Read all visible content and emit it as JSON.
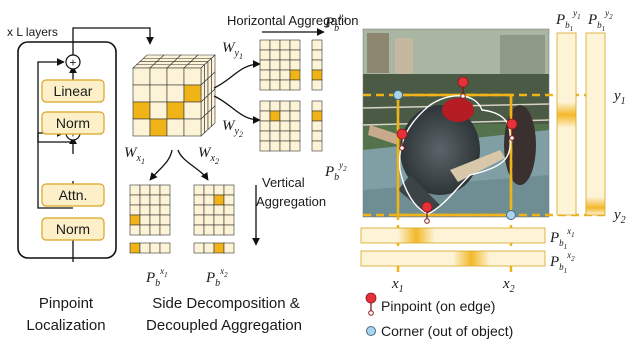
{
  "pinpoint_module": {
    "repeat_label": "x L layers",
    "blocks": [
      "Linear",
      "Norm",
      "Attn.",
      "Norm"
    ],
    "add_symbol": "+",
    "caption_line1": "Pinpoint",
    "caption_line2": "Localization"
  },
  "decomposition": {
    "horizontal_title": "Horizontal Aggregation",
    "vertical_title_line1": "Vertical",
    "vertical_title_line2": "Aggregation",
    "w_y1": "W",
    "w_y1_sub": "y",
    "w_y1_idx": "1",
    "w_y2": "W",
    "w_y2_sub": "y",
    "w_y2_idx": "2",
    "w_x1": "W",
    "w_x1_sub": "x",
    "w_x1_idx": "1",
    "w_x2": "W",
    "w_x2_sub": "x",
    "w_x2_idx": "2",
    "p_label": "P",
    "p_sub": "b",
    "caption_line1": "Side Decomposition &",
    "caption_line2": "Decoupled Aggregation"
  },
  "visualization": {
    "p_label": "P",
    "p_sub": "b",
    "p_sub_idx": "1",
    "y1": "y",
    "y1_idx": "1",
    "y2": "y",
    "y2_idx": "2",
    "x1": "x",
    "x1_idx": "1",
    "x2": "x",
    "x2_idx": "2",
    "legend": [
      {
        "label": "Pinpoint (on edge)",
        "icon": "pinpoint-icon"
      },
      {
        "label": "Corner (out of object)",
        "icon": "corner-icon"
      }
    ]
  },
  "colors": {
    "block_fill": "#fdf0c9",
    "block_border": "#d9a520",
    "highlight": "#f0b418",
    "pinpoint_red": "#e8303a",
    "corner_blue": "#a8d4f0"
  }
}
